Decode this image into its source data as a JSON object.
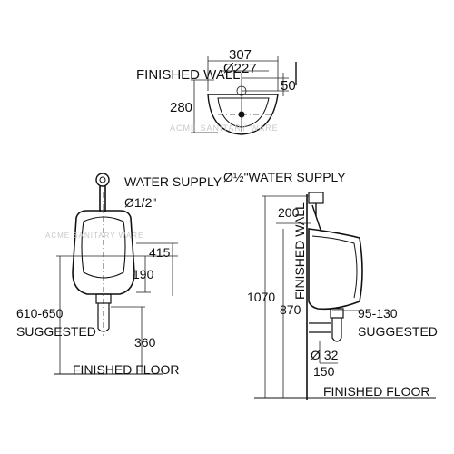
{
  "top_view": {
    "finished_wall": "FINISHED WALL",
    "dim_width": "307",
    "dim_diameter": "Ø227",
    "dim_offset": "50",
    "dim_depth": "280",
    "watermark": "ACME SANITARY WARE"
  },
  "front_view": {
    "water_supply": "WATER SUPPLY",
    "pipe_size": "Ø1/2\"",
    "dim_415": "415",
    "dim_190": "190",
    "dim_range": "610-650",
    "suggested": "SUGGESTED",
    "dim_360": "360",
    "finished_floor": "FINISHED FLOOR",
    "watermark": "ACME SANITARY WARE"
  },
  "side_view": {
    "water_supply": "Ø½\"WATER SUPPLY",
    "dim_200": "200",
    "finished_wall": "FINISHED WALL",
    "dim_1070": "1070",
    "dim_870": "870",
    "dim_range": "95-130",
    "suggested": "SUGGESTED",
    "dim_outlet": "Ø 32",
    "dim_150": "150",
    "finished_floor": "FINISHED FLOOR"
  }
}
